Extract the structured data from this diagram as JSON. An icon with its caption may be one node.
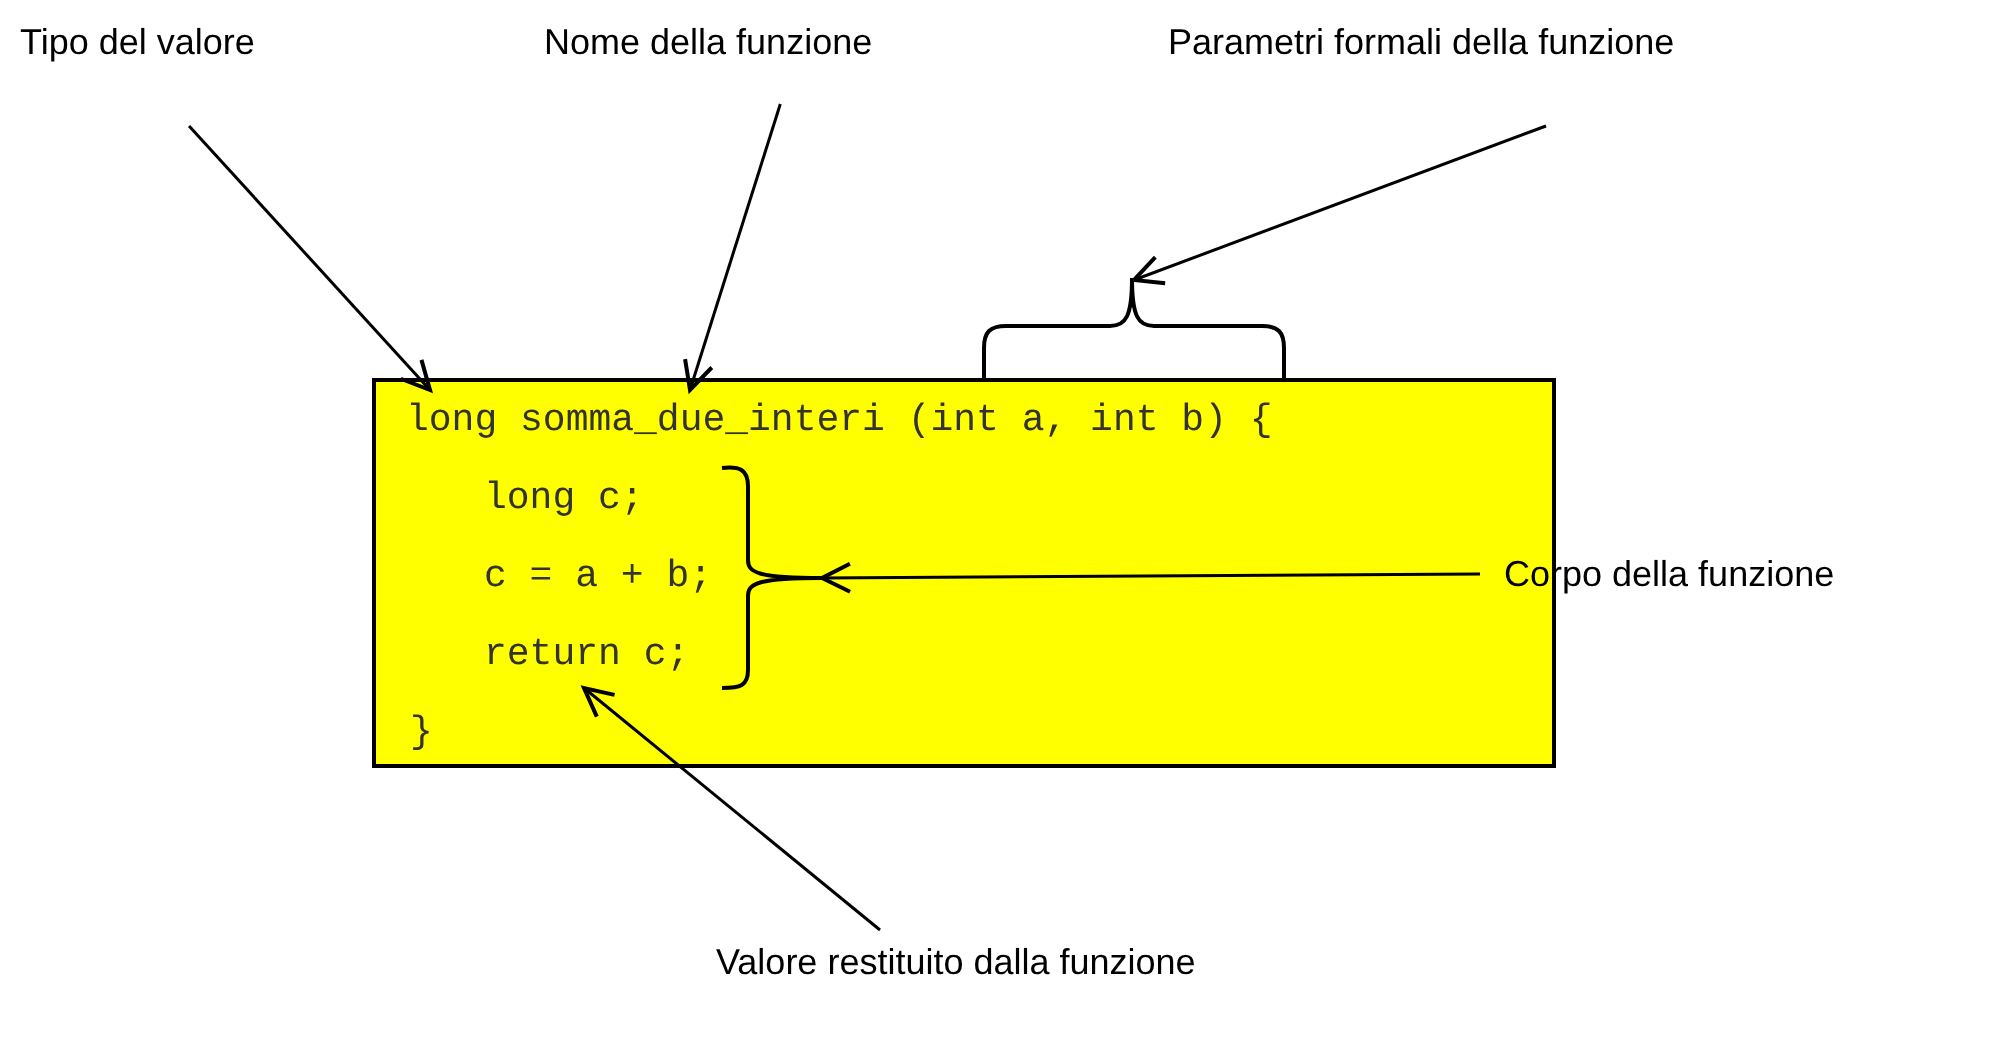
{
  "diagram": {
    "nodes": [
      {
        "text": [
          "Tipo del valore"
        ]
      },
      {
        "text": [
          "Nome della funzione"
        ]
      },
      {
        "text": [
          "Parametri formali della funzione"
        ]
      },
      {
        "text": [],
        "shape": "box"
      },
      {
        "text": [
          "long somma_due_interi (int a, int b) {"
        ],
        "in": 3
      },
      {
        "text": [
          "long c;"
        ],
        "in": 3
      },
      {
        "text": [
          "c = a + b;"
        ],
        "in": 3
      },
      {
        "text": [
          "return c;"
        ],
        "in": 3
      },
      {
        "text": [
          "}"
        ],
        "in": 3
      },
      {
        "text": [],
        "shape": "brace"
      },
      {
        "text": [],
        "shape": "brace",
        "in": 3
      },
      {
        "text": [
          "Corpo della funzione"
        ]
      },
      {
        "text": [
          "Valore restituito dalla funzione"
        ]
      }
    ],
    "edges": [
      {
        "from": 0,
        "to": 4,
        "arrow": "to"
      },
      {
        "from": 1,
        "to": 4,
        "arrow": "to"
      },
      {
        "from": 2,
        "to": 9,
        "arrow": "to"
      },
      {
        "from": 11,
        "to": 10,
        "arrow": "to"
      },
      {
        "from": 12,
        "to": 7,
        "arrow": "to"
      }
    ]
  }
}
